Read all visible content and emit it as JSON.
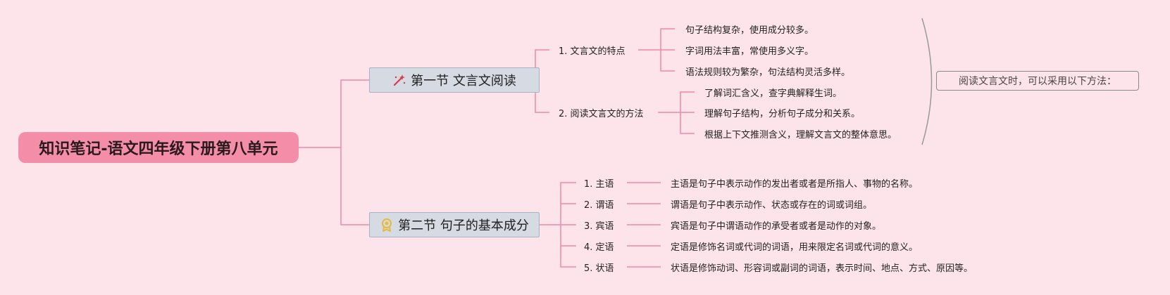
{
  "root": {
    "title": "知识笔记-语文四年级下册第八单元"
  },
  "sections": [
    {
      "label": "第一节 文言文阅读",
      "icon": "magic-wand-icon",
      "subtopics": [
        {
          "label": "1. 文言文的特点",
          "items": [
            "句子结构复杂，使用成分较多。",
            "字词用法丰富，常使用多义字。",
            "语法规则较为繁杂，句法结构灵活多样。"
          ]
        },
        {
          "label": "2. 阅读文言文的方法",
          "items": [
            "了解词汇含义，查字典解释生词。",
            "理解句子结构，分析句子成分和关系。",
            "根据上下文推测含义，理解文言文的整体意思。"
          ]
        }
      ],
      "summary": "阅读文言文时，可以采用以下方法："
    },
    {
      "label": "第二节 句子的基本成分",
      "icon": "award-badge-icon",
      "subtopics": [
        {
          "label": "1. 主语",
          "items": [
            "主语是句子中表示动作的发出者或者是所指人、事物的名称。"
          ]
        },
        {
          "label": "2. 谓语",
          "items": [
            "谓语是句子中表示动作、状态或存在的词或词组。"
          ]
        },
        {
          "label": "3. 宾语",
          "items": [
            "宾语是句子中谓语动作的承受者或者是动作的对象。"
          ]
        },
        {
          "label": "4. 定语",
          "items": [
            "定语是修饰名词或代词的词语，用来限定名词或代词的意义。"
          ]
        },
        {
          "label": "5. 状语",
          "items": [
            "状语是修饰动词、形容词或副词的词语，表示时间、地点、方式、原因等。"
          ]
        }
      ]
    }
  ],
  "colors": {
    "background": "#fde4ea",
    "root_fill": "#f48ea8",
    "connector": "#f08aa6",
    "section_fill": "#d6dae3",
    "section_border": "#a9b1c2",
    "brace": "#999999",
    "wand_icon": "#d63a4a",
    "badge_icon": "#e8b93a"
  }
}
